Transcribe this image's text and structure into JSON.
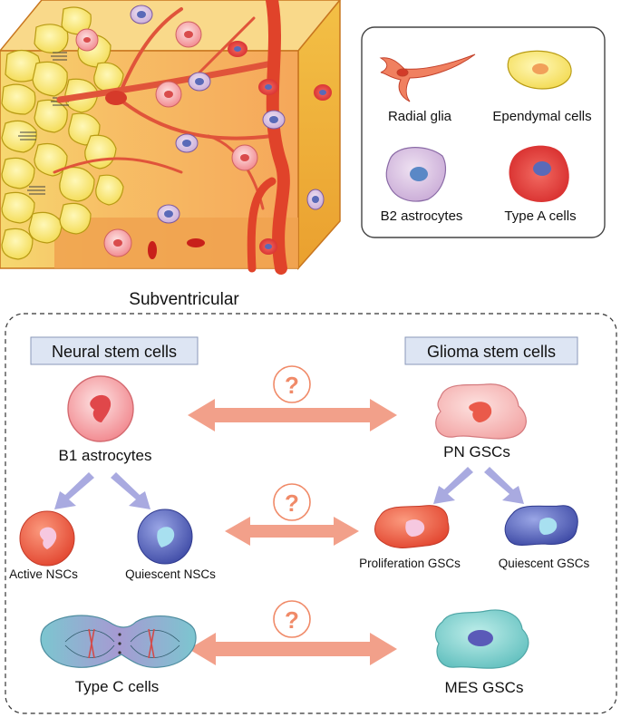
{
  "legend": {
    "radial_glia": "Radial glia",
    "ependymal": "Ependymal cells",
    "b2_astrocytes": "B2 astrocytes",
    "type_a": "Type A cells"
  },
  "block_caption": "Subventricular",
  "panel": {
    "left_header": "Neural stem cells",
    "right_header": "Glioma stem cells",
    "question_mark": "?",
    "b1_astrocytes": "B1 astrocytes",
    "active_nscs": "Active NSCs",
    "quiescent_nscs": "Quiescent NSCs",
    "type_c_cells": "Type C cells",
    "pn_gscs": "PN GSCs",
    "proliferation_gscs": "Proliferation GSCs",
    "quiescent_gscs": "Quiescent GSCs",
    "mes_gscs": "MES GSCs"
  },
  "colors": {
    "arrow": "#f2a08a",
    "question": "#f08a68",
    "header_fill": "#dde5f3",
    "ependymal": "#f6e66c",
    "tissue": "#f6b35e",
    "vessel": "#e0432a",
    "b1": "#f6a4a6",
    "active": "#ee5b45",
    "quiescent": "#5562b8",
    "mes": "#7ccfcc"
  }
}
